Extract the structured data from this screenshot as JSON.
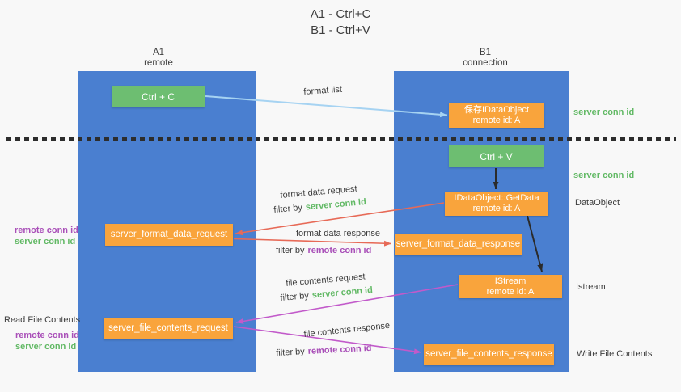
{
  "title": {
    "line1": "A1 - Ctrl+C",
    "line2": "B1 - Ctrl+V"
  },
  "lanes": {
    "a1": {
      "name": "A1",
      "sub": "remote"
    },
    "b1": {
      "name": "B1",
      "sub": "connection"
    }
  },
  "nodes": {
    "ctrl_c": {
      "label": "Ctrl + C"
    },
    "save_idataobject": {
      "line1": "保存IDataObject",
      "line2": "remote id: A"
    },
    "ctrl_v": {
      "label": "Ctrl + V"
    },
    "getdata": {
      "line1": "IDataObject::GetData",
      "line2": "remote id: A"
    },
    "format_request": {
      "label": "server_format_data_request"
    },
    "format_response": {
      "label": "server_format_data_response"
    },
    "istream": {
      "line1": "IStream",
      "line2": "remote id: A"
    },
    "file_request": {
      "label": "server_file_contents_request"
    },
    "file_response": {
      "label": "server_file_contents_response"
    }
  },
  "edge_labels": {
    "format_list": "format list",
    "format_data_request": "format data request",
    "format_data_response": "format data response",
    "file_contents_request": "file contents request",
    "file_contents_response": "file contents response",
    "filter_by": "filter by",
    "server_conn_id": "server conn id",
    "remote_conn_id": "remote conn id"
  },
  "margin_labels": {
    "left_remote_conn_id": "remote conn id",
    "left_server_conn_id": "server conn id",
    "read_file_contents": "Read File Contents",
    "left_bottom_remote_conn_id": "remote conn id",
    "left_bottom_server_conn_id": "server conn id",
    "right_server_conn_id_top": "server conn id",
    "right_server_conn_id_mid": "server conn id",
    "dataobject": "DataObject",
    "istream": "Istream",
    "write_file_contents": "Write File Contents"
  },
  "colors": {
    "background": "#f8f8f8",
    "lane_blue": "#4a7fd0",
    "box_green": "#6dbe71",
    "box_orange": "#f9a43c",
    "arrow_light_blue": "#a6d3f2",
    "arrow_red": "#e76a57",
    "arrow_magenta": "#c25aca",
    "arrow_black": "#2b2b2b",
    "text_green": "#62b965",
    "text_purple": "#a94fb8",
    "text_dark": "#3d3d3d"
  }
}
